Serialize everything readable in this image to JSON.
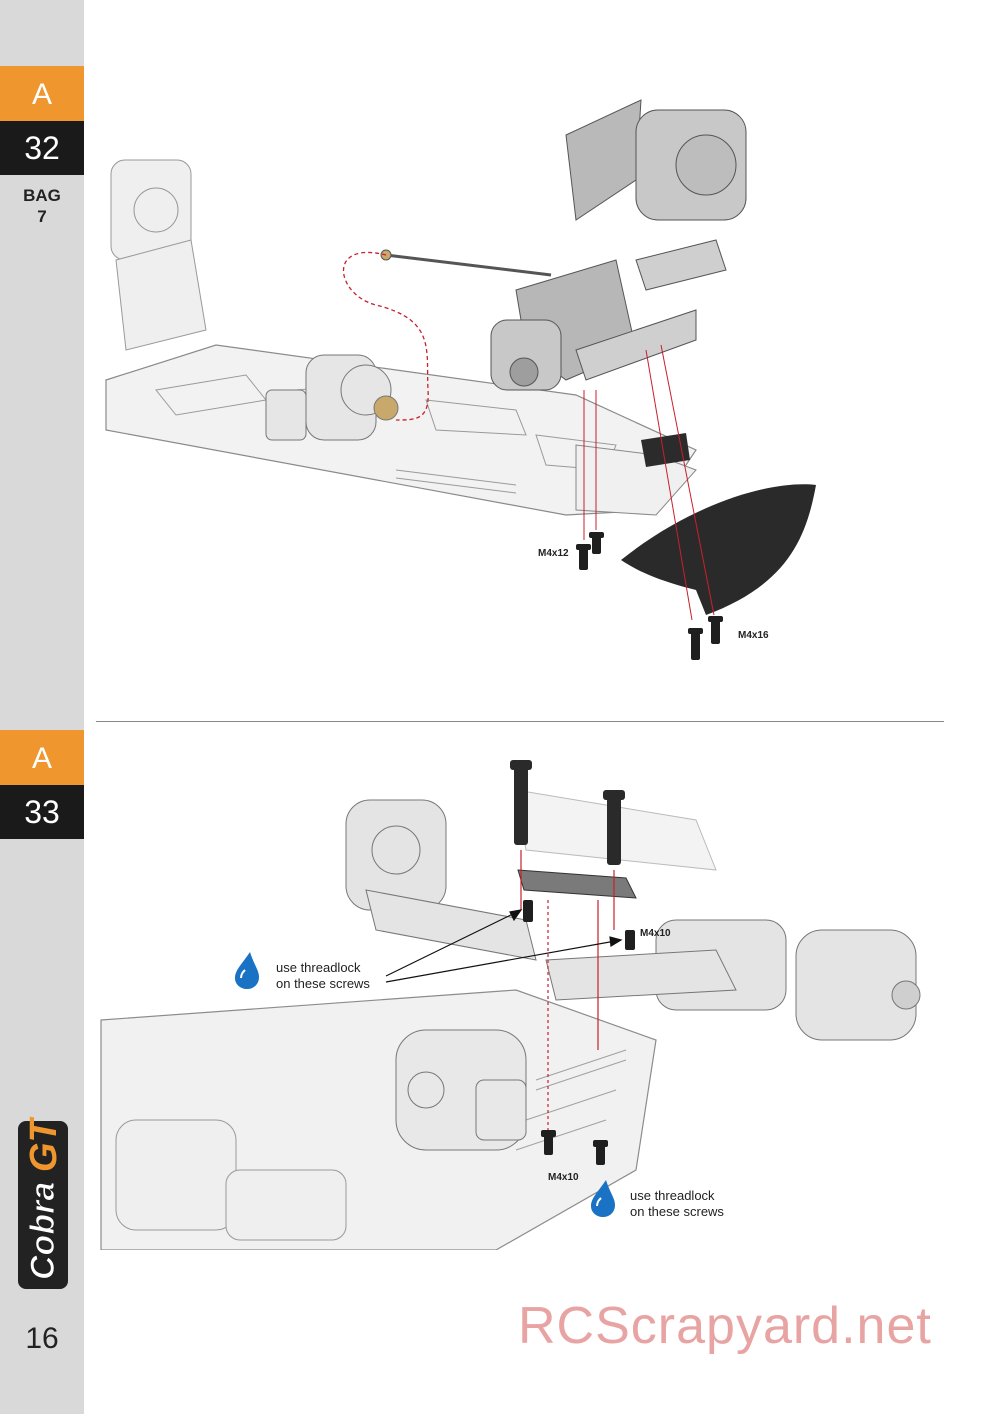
{
  "sidebar": {
    "step1": {
      "letter": "A",
      "number": "32"
    },
    "bag": {
      "label": "BAG",
      "number": "7"
    },
    "step2": {
      "letter": "A",
      "number": "33"
    },
    "logo_text": "Cobra GT",
    "page_number": "16"
  },
  "step32": {
    "screw_labels": [
      "M4x12",
      "M4x16"
    ]
  },
  "step33": {
    "screw_label_top": "M4x10",
    "screw_label_bottom": "M4x10",
    "threadlock_note_1": [
      "use threadlock",
      "on these screws"
    ],
    "threadlock_note_2": [
      "use threadlock",
      "on these screws"
    ],
    "drop_color": "#1a72c4"
  },
  "watermark": "RCScrapyard.net",
  "colors": {
    "accent_orange": "#f0962e",
    "sidebar_gray": "#d9d9d9",
    "dark_tab": "#1a1a1a",
    "guide_red": "#c8202a"
  }
}
